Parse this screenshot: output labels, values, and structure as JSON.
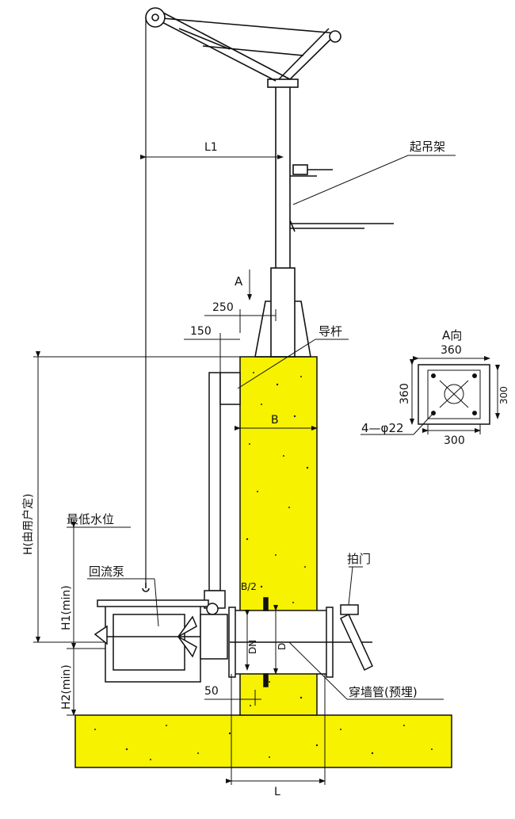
{
  "labels": {
    "lifting_frame": "起吊架",
    "guide_rod": "导杆",
    "flap_valve": "拍门",
    "wall_pipe": "穿墙管(预埋)",
    "min_water_level": "最低水位",
    "pump": "回流泵",
    "view_a_title": "A向",
    "view_arrow_a": "A",
    "holes": "4—φ22"
  },
  "dimensions": {
    "L1": "L1",
    "d250": "250",
    "d150": "150",
    "B": "B",
    "B_half": "B/2",
    "H": "H(由用户定)",
    "H1": "H1(min)",
    "H2": "H2(min)",
    "d50": "50",
    "L": "L",
    "DN": "DN",
    "D": "D",
    "view_top_360": "360",
    "view_left_360": "360",
    "view_right_300": "300",
    "view_bottom_300": "300"
  },
  "colors": {
    "concrete": "#f6f200",
    "line": "#111111"
  }
}
